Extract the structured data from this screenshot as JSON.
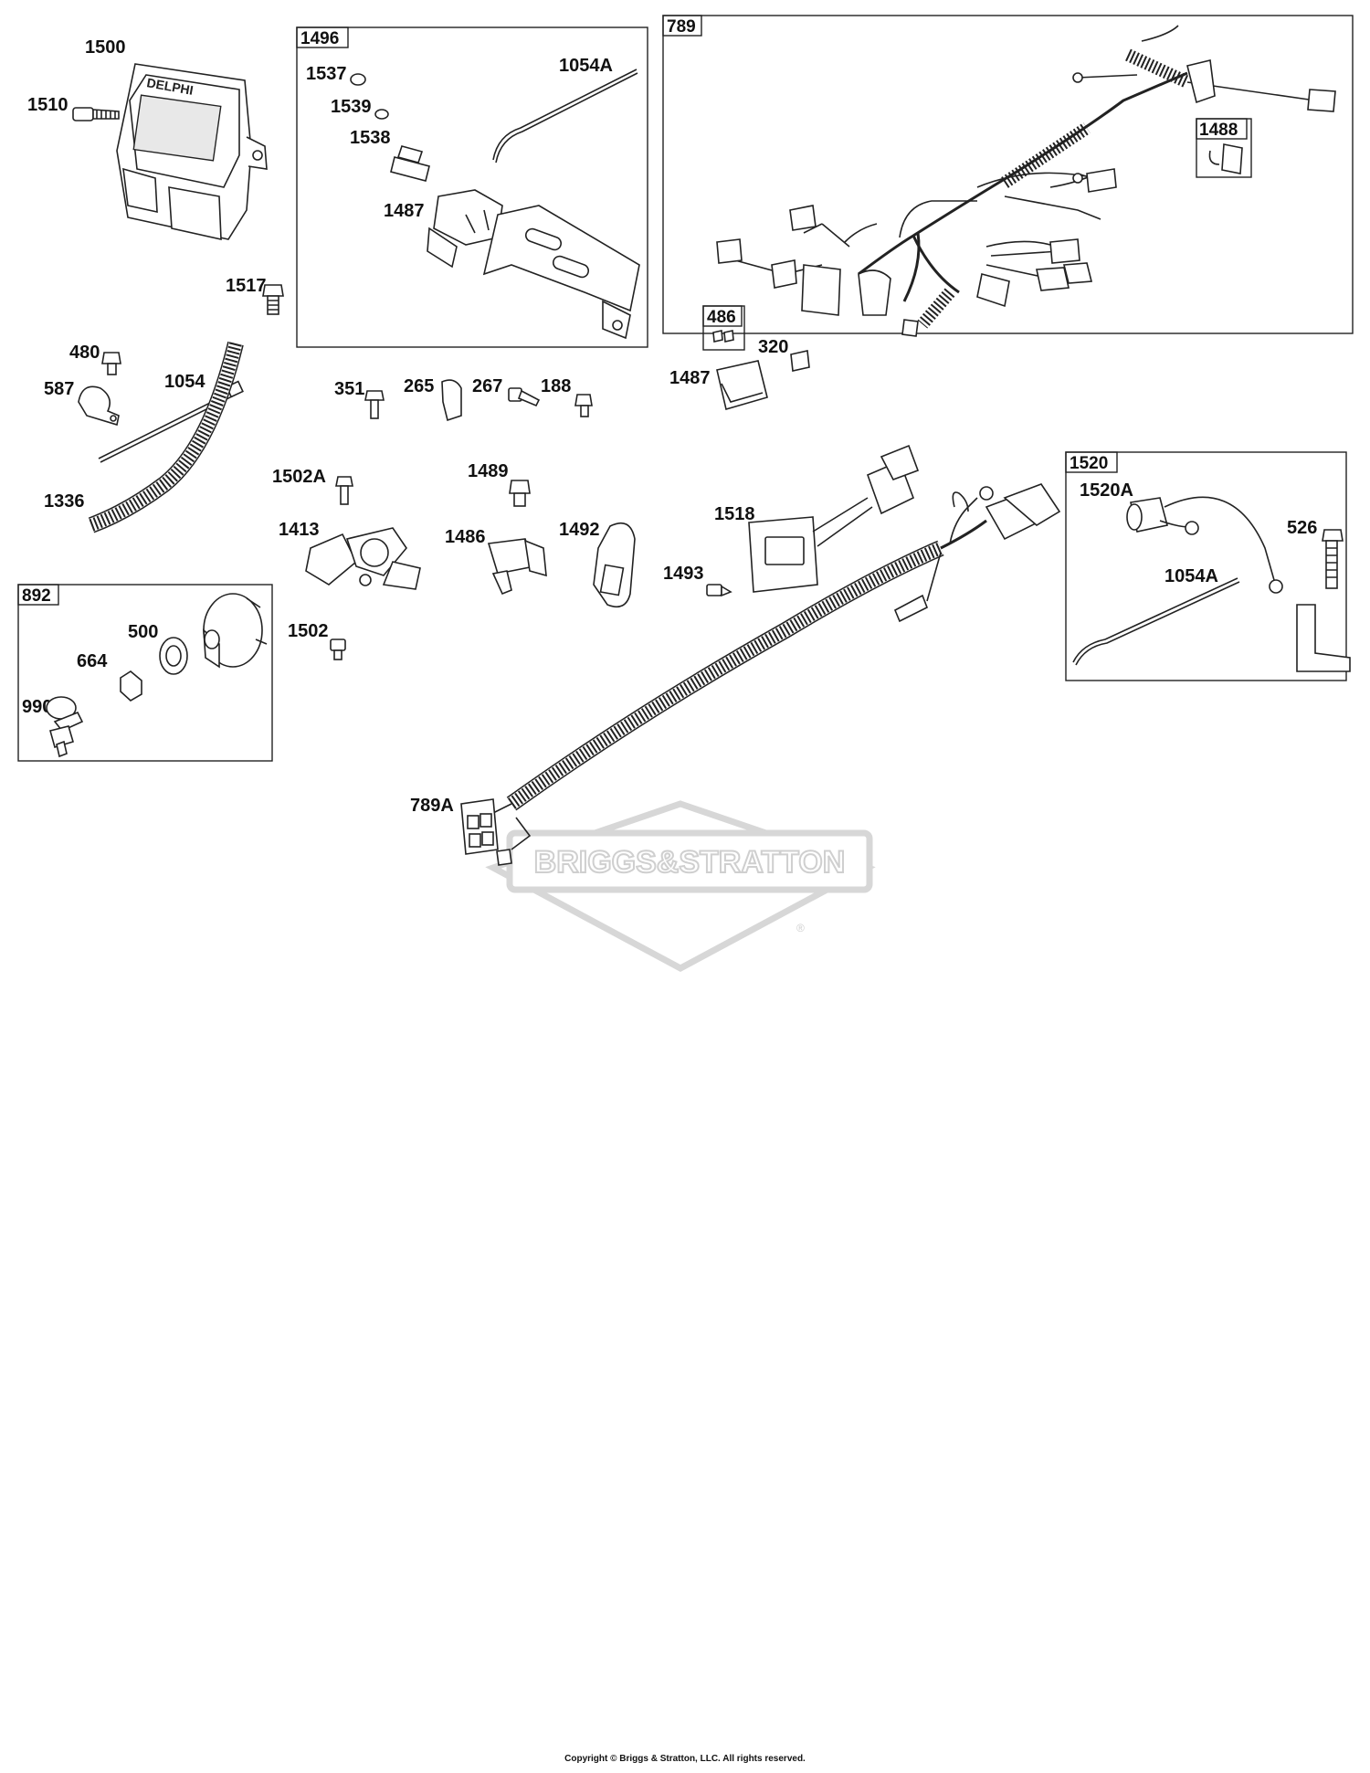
{
  "labels": {
    "p1500": "1500",
    "p1510": "1510",
    "p1517": "1517",
    "p1496": "1496",
    "p1537": "1537",
    "p1539": "1539",
    "p1538": "1538",
    "p1487a": "1487",
    "p1054A_top": "1054A",
    "p789": "789",
    "p1488": "1488",
    "p486": "486",
    "p320": "320",
    "p1487b": "1487",
    "p480": "480",
    "p587": "587",
    "p1054": "1054",
    "p1336": "1336",
    "p351": "351",
    "p265": "265",
    "p267": "267",
    "p188": "188",
    "p1502A": "1502A",
    "p1413": "1413",
    "p1502": "1502",
    "p1489": "1489",
    "p1486": "1486",
    "p1492": "1492",
    "p1493": "1493",
    "p1518": "1518",
    "p1520": "1520",
    "p1520A": "1520A",
    "p526": "526",
    "p1054A_right": "1054A",
    "p892": "892",
    "p500": "500",
    "p664": "664",
    "p990": "990",
    "p789A": "789A"
  },
  "ecm_brand": "DELPHI",
  "watermark": {
    "text": "BRIGGS&STRATTON",
    "mark": "®"
  },
  "copyright": "Copyright © Briggs & Stratton, LLC. All rights reserved."
}
